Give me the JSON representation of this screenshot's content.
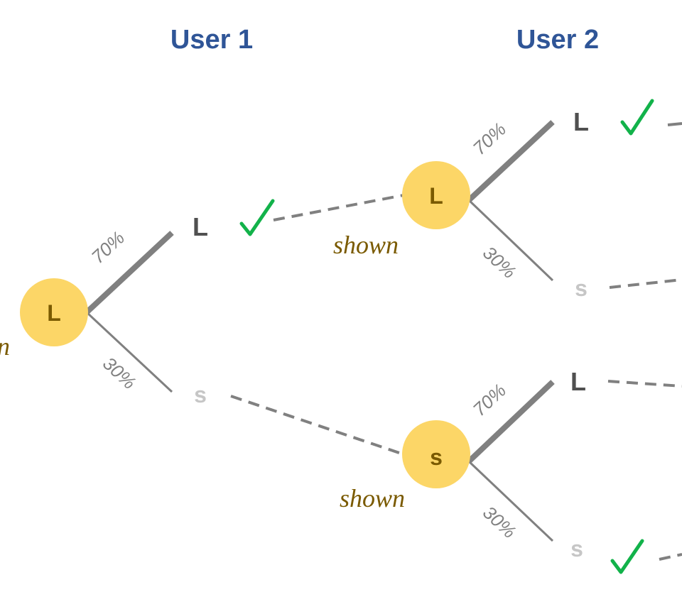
{
  "headers": {
    "user1": "User 1",
    "user2": "User 2"
  },
  "left_clipped_label": "n",
  "root": {
    "label": "L"
  },
  "user1": {
    "upper": {
      "prob": "70%",
      "leaf": "L"
    },
    "lower": {
      "prob": "30%",
      "leaf": "s"
    }
  },
  "node_a": {
    "label": "L",
    "shown": "shown",
    "upper": {
      "prob": "70%",
      "leaf": "L"
    },
    "lower": {
      "prob": "30%",
      "leaf": "s"
    }
  },
  "node_b": {
    "label": "s",
    "shown": "shown",
    "upper": {
      "prob": "70%",
      "leaf": "L"
    },
    "lower": {
      "prob": "30%",
      "leaf": "s"
    }
  },
  "colors": {
    "node_fill": "#fcd667",
    "header": "#2f5597",
    "check": "#12b24a",
    "branch": "#808080",
    "shown_text": "#7a5a00"
  },
  "icons": [
    "check-icon"
  ]
}
